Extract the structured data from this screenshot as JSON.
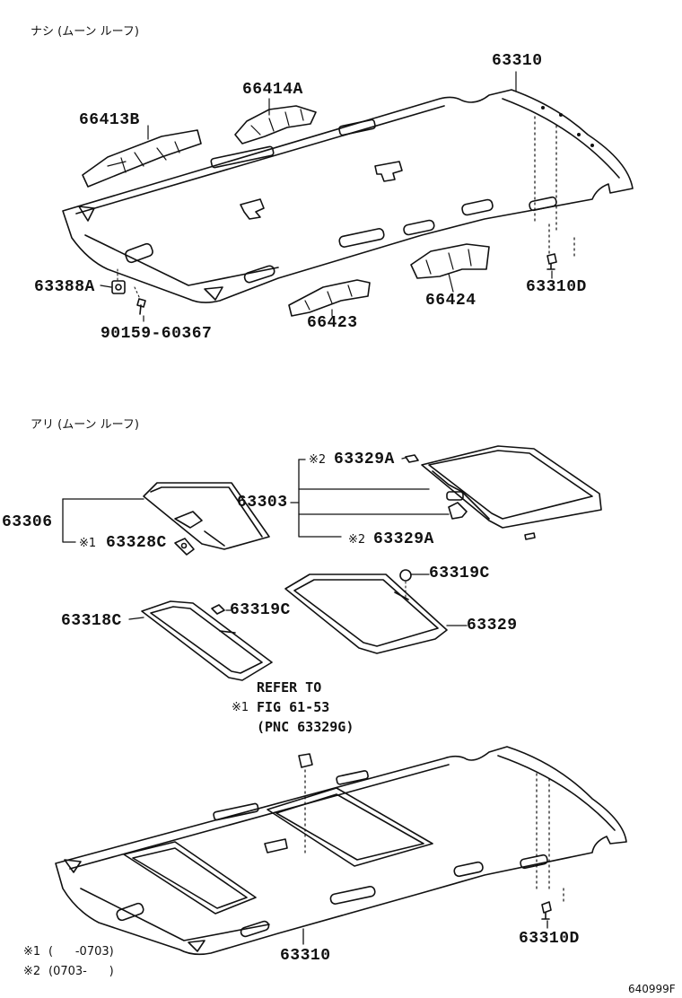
{
  "sections": {
    "without_moonroof": "ナシ (ムーン ルーフ)",
    "with_moonroof": "アリ (ムーン ルーフ)"
  },
  "top_parts": {
    "headliner": "63310",
    "reinforcement_b": "66413B",
    "reinforcement_a": "66414A",
    "holder": "63388A",
    "screw": "90159-60367",
    "bracket_front": "66423",
    "bracket_rear": "66424",
    "clip": "63310D"
  },
  "bottom_parts": {
    "shade_assembly": "63306",
    "shade_sub": "63328C",
    "shade_sub_mark": "※1",
    "sunshade": "63303",
    "stopper_a_top": "63329A",
    "stopper_a_top_mark": "※2",
    "stopper_a_bottom": "63329A",
    "stopper_a_bottom_mark": "※2",
    "weatherstrip_front": "63318C",
    "clip_front": "63319C",
    "weatherstrip_rear": "63329",
    "clip_rear": "63319C",
    "headliner": "63310",
    "clip": "63310D"
  },
  "reference": {
    "line1": "REFER TO",
    "mark": "※1",
    "line2": "FIG 61-53",
    "line3": "(PNC 63329G)"
  },
  "footnotes": [
    {
      "mark": "※1",
      "text": "(      -0703)"
    },
    {
      "mark": "※2",
      "text": "(0703-      )"
    }
  ],
  "figure_id": "640999F"
}
